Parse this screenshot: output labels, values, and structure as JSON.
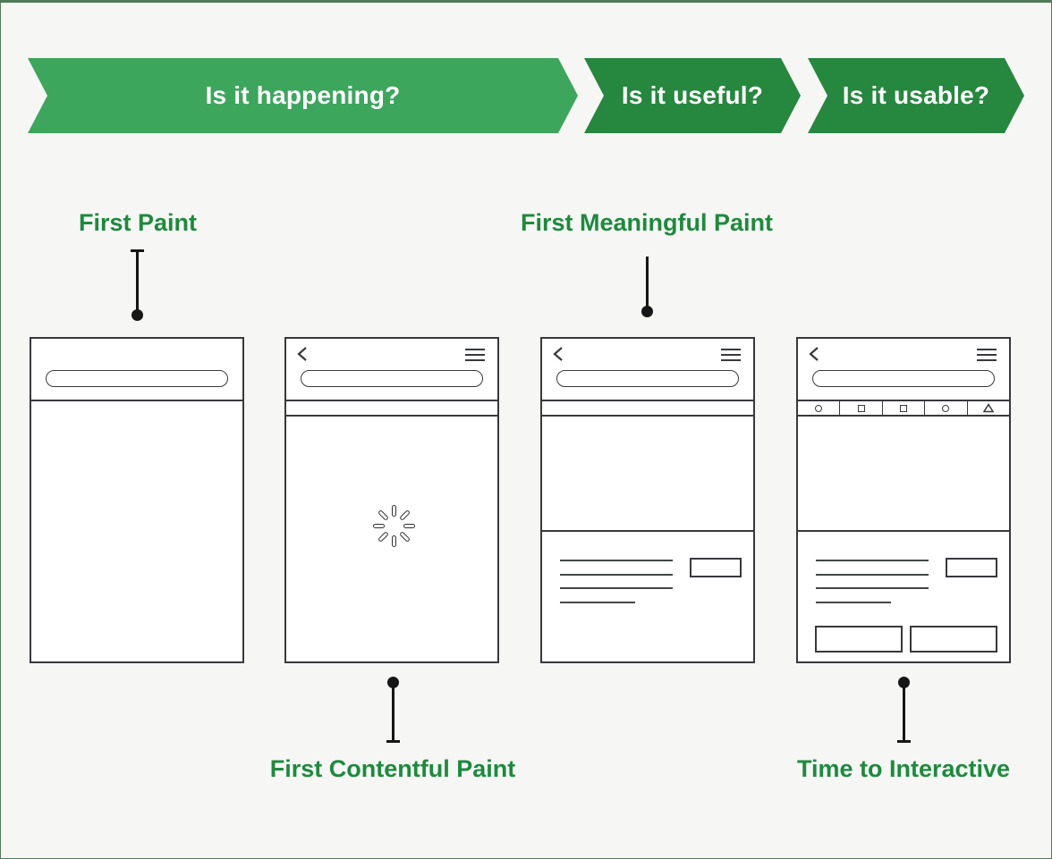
{
  "page": {
    "background_color": "#f6f6f4",
    "frame_border_color": "#4f7b57",
    "accent_green_light": "#3ca65c",
    "accent_green_dark": "#26873f",
    "label_green": "#1d8a3e"
  },
  "banner": {
    "segments": [
      {
        "label": "Is it happening?",
        "color": "#3ca65c"
      },
      {
        "label": "Is it useful?",
        "color": "#26873f"
      },
      {
        "label": "Is it usable?",
        "color": "#26873f"
      }
    ],
    "text_color": "#ffffff"
  },
  "metrics": {
    "first_paint": {
      "label": "First Paint"
    },
    "first_contentful_paint": {
      "label": "First Contentful Paint"
    },
    "first_meaningful_paint": {
      "label": "First Meaningful Paint"
    },
    "time_to_interactive": {
      "label": "Time to Interactive"
    }
  },
  "phones": [
    {
      "name": "first-paint-phone",
      "header_icons": [],
      "has_search_bar": true,
      "body": "blank"
    },
    {
      "name": "first-contentful-paint-phone",
      "header_icons": [
        "back-icon",
        "menu-icon"
      ],
      "has_search_bar": true,
      "body": "loading-spinner"
    },
    {
      "name": "first-meaningful-paint-phone",
      "header_icons": [
        "back-icon",
        "menu-icon"
      ],
      "has_search_bar": true,
      "body": "hero-block, four-text-lines, small-button"
    },
    {
      "name": "time-to-interactive-phone",
      "header_icons": [
        "back-icon",
        "menu-icon"
      ],
      "toolbar_icons": [
        "circle",
        "square",
        "square",
        "circle",
        "triangle"
      ],
      "has_search_bar": true,
      "body": "hero-block, four-text-lines, small-button, two-bottom-buttons"
    }
  ]
}
